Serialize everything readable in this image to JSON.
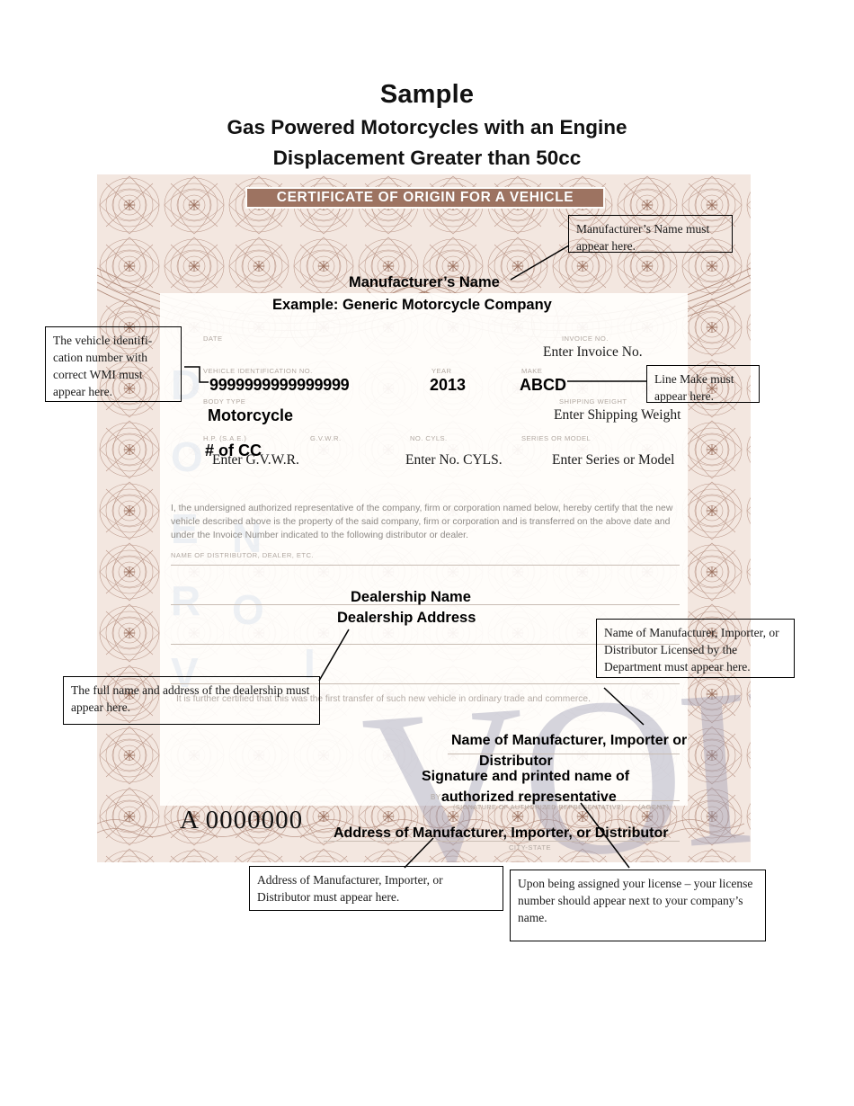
{
  "heading": {
    "line1": "Sample",
    "line2": "Gas Powered Motorcycles with an Engine",
    "line3": "Displacement Greater than 50cc"
  },
  "certificate": {
    "banner_title": "CERTIFICATE OF ORIGIN FOR A VEHICLE",
    "watermark": "VOID",
    "serial_number": "A 0000000",
    "certification_paragraph": "I, the undersigned authorized representative of the company, firm or corporation named below, hereby certify that the new vehicle described above is the property of the said company, firm or corporation and is transferred on the above date and under the Invoice Number indicated to the following distributor or dealer.",
    "further_certified": "It is further certified that this was the first transfer of such new vehicle in ordinary trade and commerce.",
    "labels": {
      "date": "DATE",
      "invoice_no": "INVOICE NO.",
      "vin": "VEHICLE IDENTIFICATION NO.",
      "year": "YEAR",
      "make": "MAKE",
      "body_type": "BODY TYPE",
      "shipping_weight": "SHIPPING WEIGHT",
      "hp": "H.P. (S.A.E.)",
      "gvwr": "G.V.W.R.",
      "no_cyls": "NO. CYLS.",
      "series_or_model": "SERIES OR MODEL",
      "name_of_distributor": "NAME OF DISTRIBUTOR, DEALER, ETC.",
      "by": "BY:",
      "signature": "(SIGNATURE OF AUTHORIZED REPRESENTATIVE)",
      "agent": "(AGENT)",
      "city_state": "CITY-STATE"
    },
    "values": {
      "invoice_no": "Enter Invoice No.",
      "vin": "9999999999999999",
      "year": "2013",
      "make": "ABCD",
      "body_type": "Motorcycle",
      "shipping_weight": "Enter Shipping Weight",
      "hp": "# of CC",
      "gvwr": "Enter G.V.W.R.",
      "no_cyls": "Enter No. CYLS.",
      "series_or_model": "Enter Series or Model"
    }
  },
  "overlays": {
    "manufacturer_name": "Manufacturer’s  Name",
    "manufacturer_example": "Example:  Generic Motorcycle Company",
    "dealership_name": "Dealership Name",
    "dealership_address": "Dealership Address",
    "mfr_importer_line1": "Name of Manufacturer, Importer or",
    "mfr_importer_line2": "Distributor",
    "signature_line1": "Signature and printed name of",
    "signature_line2": "authorized representative",
    "address_of_mfr": "Address of Manufacturer, Importer, or Distributor"
  },
  "callouts": {
    "manufacturer_name_box": "Manufacturer’s Name must appear here.",
    "vin_box": "The vehicle identifi-cation number with correct WMI must appear here.",
    "line_make_box": "Line Make must appear here.",
    "dealership_box": "The full name and address of the dealership must appear here.",
    "licensed_box": "Name of Manufacturer, Importer, or Distributor Licensed by the Department must appear here.",
    "address_box": "Address  of Manufacturer, Importer, or Distributor must appear here.",
    "license_number_box": "Upon being assigned your license – your license number should appear next to your company’s name."
  },
  "colors": {
    "guilloche": "#b08878",
    "banner": "#9d7361",
    "label_gray": "#b2a9a2",
    "void": "#9696af"
  }
}
